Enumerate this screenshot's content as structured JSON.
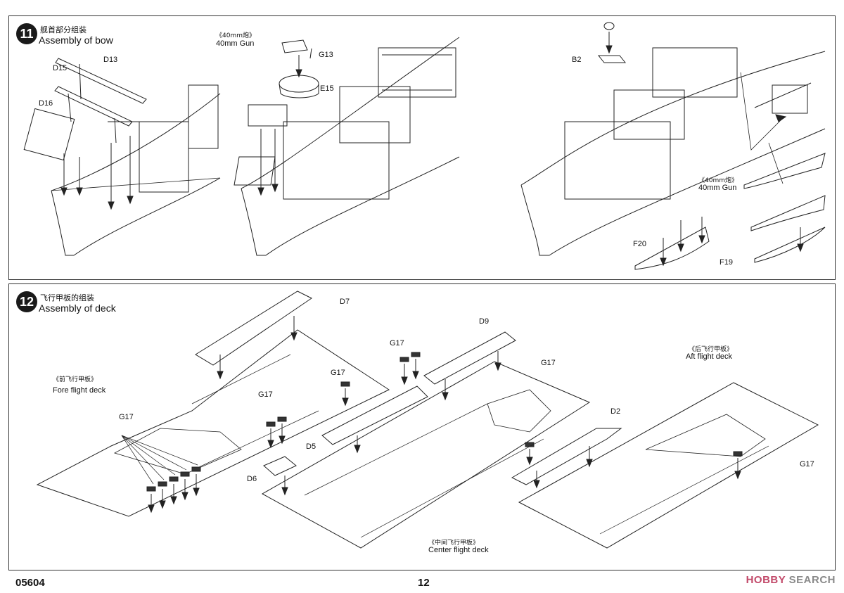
{
  "step11": {
    "number": "11",
    "title_cn": "舰首部分组装",
    "title_en": "Assembly of bow",
    "labels": {
      "d13": "D13",
      "d15": "D15",
      "d16": "D16",
      "gun_cn": "《40mm炮》",
      "gun_en": "40mm Gun",
      "g13": "G13",
      "e15": "E15",
      "b2": "B2",
      "gun2_cn": "《40mm炮》",
      "gun2_en": "40mm Gun",
      "f20": "F20",
      "f19": "F19"
    }
  },
  "step12": {
    "number": "12",
    "title_cn": "飞行甲板的组装",
    "title_en": "Assembly of deck",
    "labels": {
      "d7": "D7",
      "d9": "D9",
      "d5": "D5",
      "d6": "D6",
      "d2": "D2",
      "g17_a": "G17",
      "g17_b": "G17",
      "g17_c": "G17",
      "g17_d": "G17",
      "g17_e": "G17",
      "g17_f": "G17",
      "fore_cn": "《前飞行甲板》",
      "fore_en": "Fore flight deck",
      "center_cn": "《中间飞行甲板》",
      "center_en": "Center flight deck",
      "aft_cn": "《后飞行甲板》",
      "aft_en": "Aft flight deck"
    }
  },
  "footer": {
    "product_code": "05604",
    "page_number": "12",
    "watermark_brand": "HOBBY",
    "watermark_text": "SEARCH"
  }
}
